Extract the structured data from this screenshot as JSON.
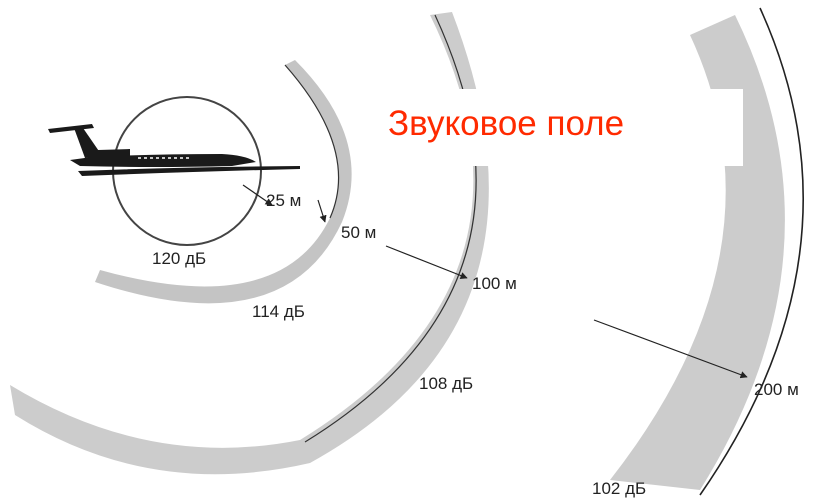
{
  "title": "Звуковое поле",
  "colors": {
    "title": "#ff2a00",
    "band": "#cccccc",
    "stroke": "#222222"
  },
  "zones": [
    {
      "distance_label": "25 м",
      "level_label": "120 дБ"
    },
    {
      "distance_label": "50 м",
      "level_label": "114 дБ"
    },
    {
      "distance_label": "100 м",
      "level_label": "108 дБ"
    },
    {
      "distance_label": "200 м",
      "level_label": "102 дБ"
    }
  ],
  "source_icon": "business-jet-icon"
}
